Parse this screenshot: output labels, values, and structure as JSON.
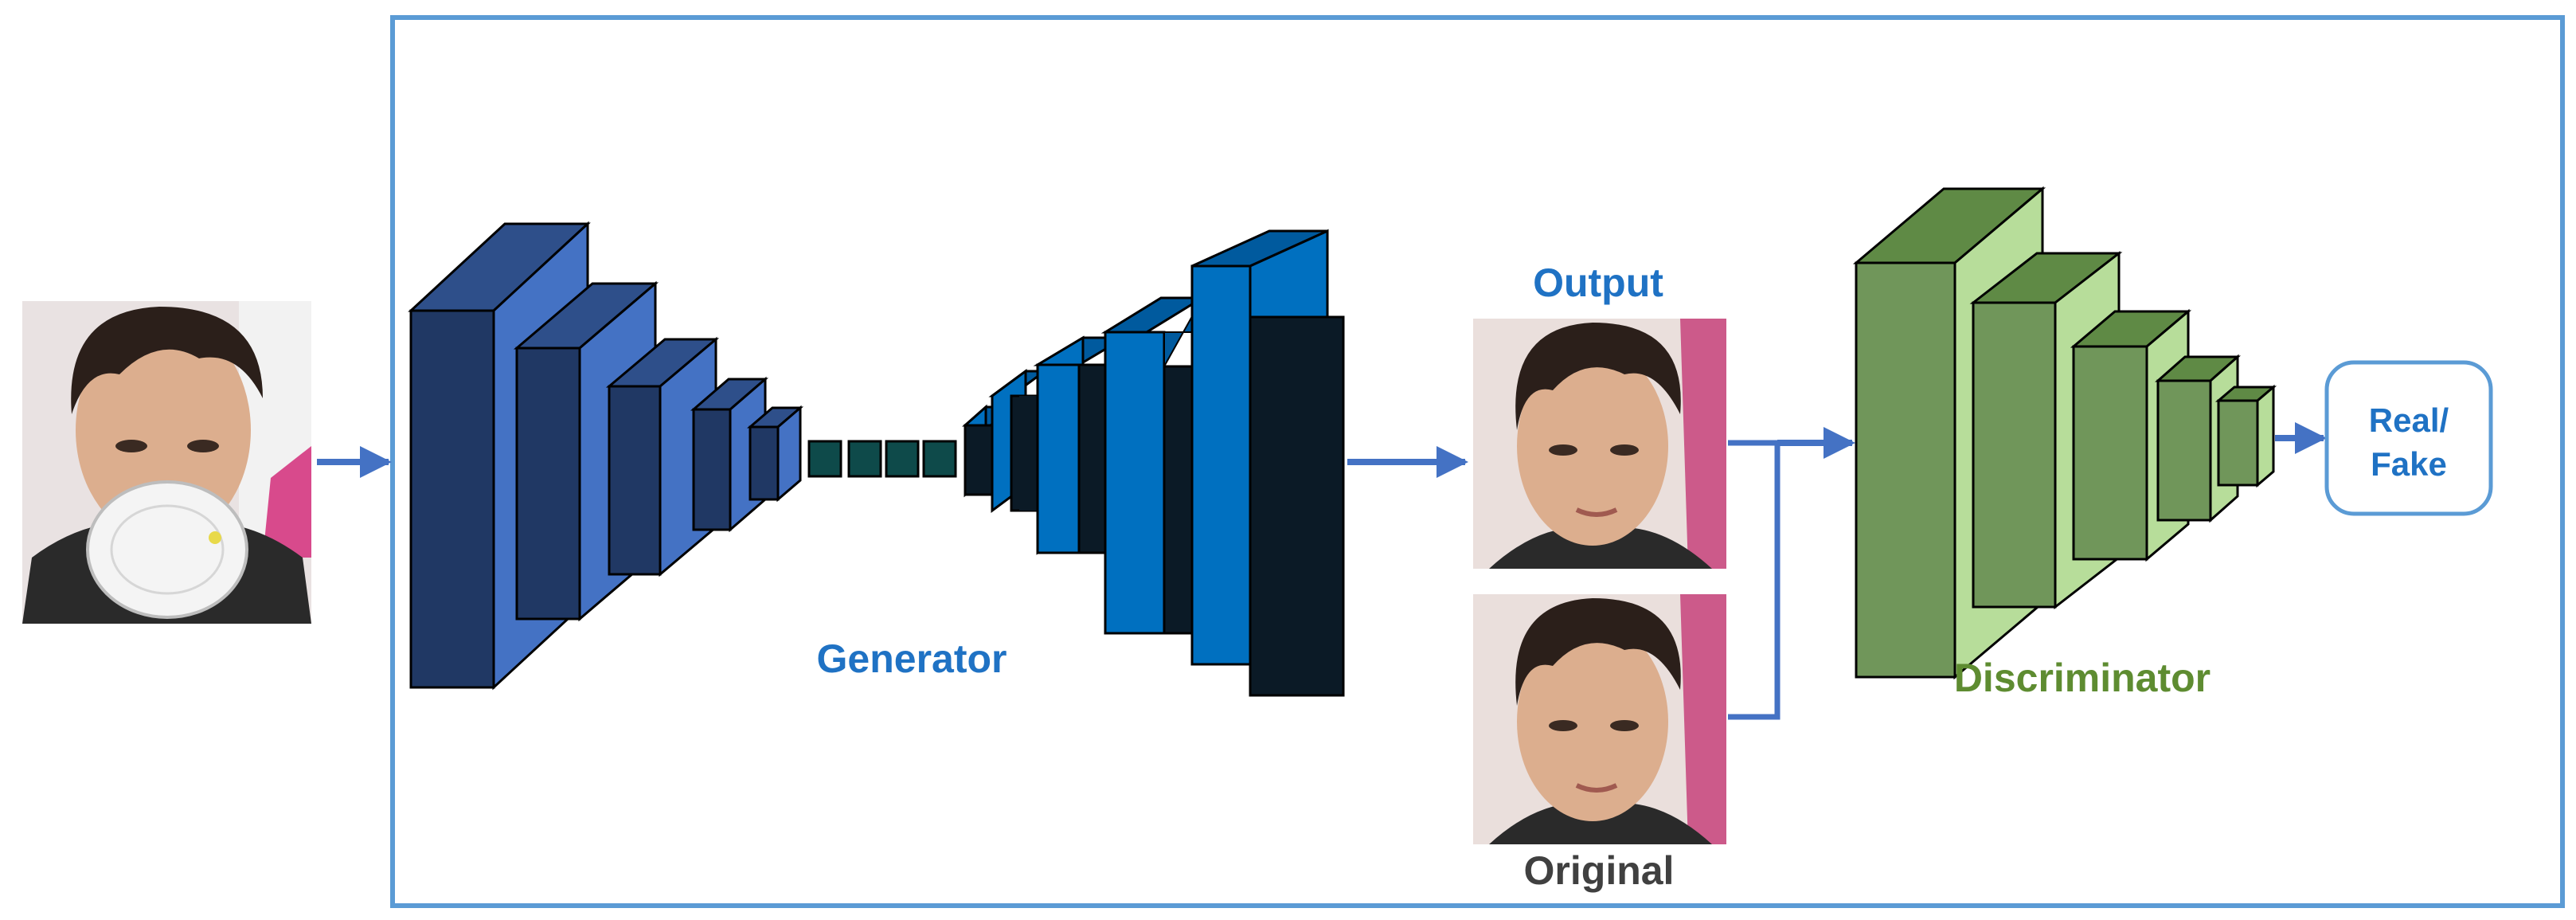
{
  "labels": {
    "generator": "Generator",
    "discriminator": "Discriminator",
    "output": "Output",
    "original": "Original",
    "result_line1": "Real/",
    "result_line2": "Fake"
  },
  "photos": {
    "input": "masked face photo",
    "output": "generated unmasked face photo",
    "original": "original face photo"
  },
  "colors": {
    "frame": "#5b9bd5",
    "arrow": "#4472c4",
    "generator_text": "#1f72c4",
    "discriminator_text": "#5e8c31",
    "original_text": "#404040",
    "generator_front": "#203864",
    "generator_side": "#4472c4",
    "bottleneck": "#0e4a4a",
    "decoder_front": "#0b1a26",
    "decoder_side": "#0070c0",
    "discriminator_front": "#70965a",
    "discriminator_side": "#b7dd9a"
  }
}
